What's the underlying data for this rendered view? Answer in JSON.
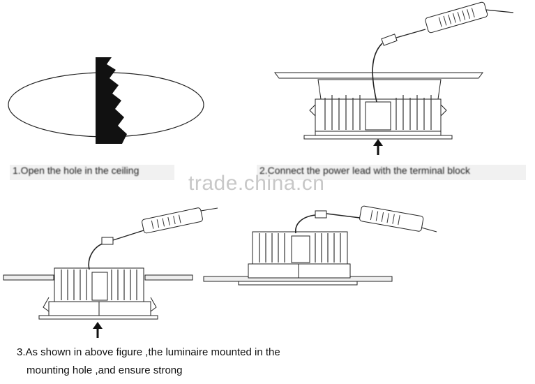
{
  "steps": [
    {
      "caption": "1.Open the hole in the ceiling"
    },
    {
      "caption": "2.Connect the power lead with the terminal block"
    },
    {
      "caption_line1": "3.As shown in above figure ,the luminaire mounted in the",
      "caption_line2": "mounting hole ,and ensure strong"
    }
  ],
  "watermark": "trade.china.cn",
  "colors": {
    "line": "#222222",
    "fill": "#ffffff",
    "ink": "#111111",
    "watermark": "#c8c8c8"
  }
}
